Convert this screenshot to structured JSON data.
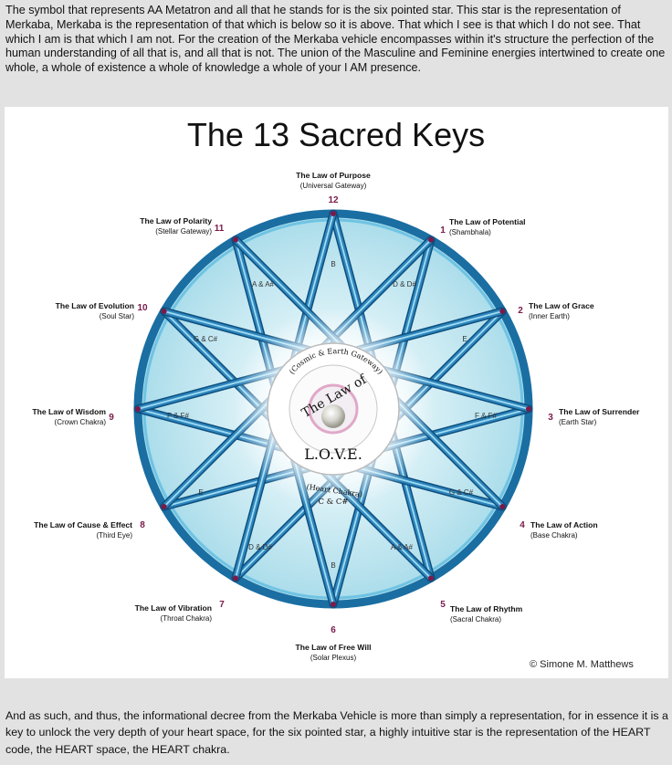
{
  "intro_text": "The symbol that represents AA Metatron and all that he stands for is the six pointed star. This star is the representation of Merkaba, Merkaba is the representation of that which is below so it is above. That which I see is that which I do not see. That which I am is that which I am not. For the creation of the Merkaba vehicle encompasses within it's structure the perfection of the human understanding of all that is, and all that is not. The union of the Masculine and Feminine energies intertwined to create one whole, a whole of existence a whole of knowledge a whole of your I AM presence.",
  "diagram": {
    "title": "The 13 Sacred Keys",
    "credit": "© Simone M. Matthews",
    "center": {
      "top_arc": "(Cosmic & Earth Gateway)",
      "law_of": "The Law of",
      "love": "L.O.V.E.",
      "bottom_arc": "(Heart Chakra)",
      "note": "C & C#"
    },
    "keys": [
      {
        "num": "12",
        "law": "The Law of Purpose",
        "sub": "(Universal Gateway)"
      },
      {
        "num": "1",
        "law": "The Law of Potential",
        "sub": "(Shambhala)"
      },
      {
        "num": "2",
        "law": "The Law of Grace",
        "sub": "(Inner Earth)"
      },
      {
        "num": "3",
        "law": "The Law of Surrender",
        "sub": "(Earth Star)"
      },
      {
        "num": "4",
        "law": "The Law of Action",
        "sub": "(Base Chakra)"
      },
      {
        "num": "5",
        "law": "The Law of Rhythm",
        "sub": "(Sacral Chakra)"
      },
      {
        "num": "6",
        "law": "The Law of Free Will",
        "sub": "(Solar Plexus)"
      },
      {
        "num": "7",
        "law": "The Law of Vibration",
        "sub": "(Throat Chakra)"
      },
      {
        "num": "8",
        "law": "The Law of Cause & Effect",
        "sub": "(Third Eye)"
      },
      {
        "num": "9",
        "law": "The Law of Wisdom",
        "sub": "(Crown Chakra)"
      },
      {
        "num": "10",
        "law": "The Law of Evolution",
        "sub": "(Soul Star)"
      },
      {
        "num": "11",
        "law": "The Law of Polarity",
        "sub": "(Stellar Gateway)"
      }
    ],
    "notes": [
      "B",
      "D & D#",
      "E",
      "F & F#",
      "G & C#",
      "A & A#",
      "B",
      "D & D#",
      "E",
      "F & F#",
      "G & C#",
      "A & A#"
    ]
  },
  "outro_text": "And as such, and thus, the informational decree from the Merkaba Vehicle is more than simply a representation, for in essence it is a key to unlock the very depth of your heart space, for the six pointed star, a highly intuitive star is the representation of the HEART code, the HEART space, the HEART chakra."
}
